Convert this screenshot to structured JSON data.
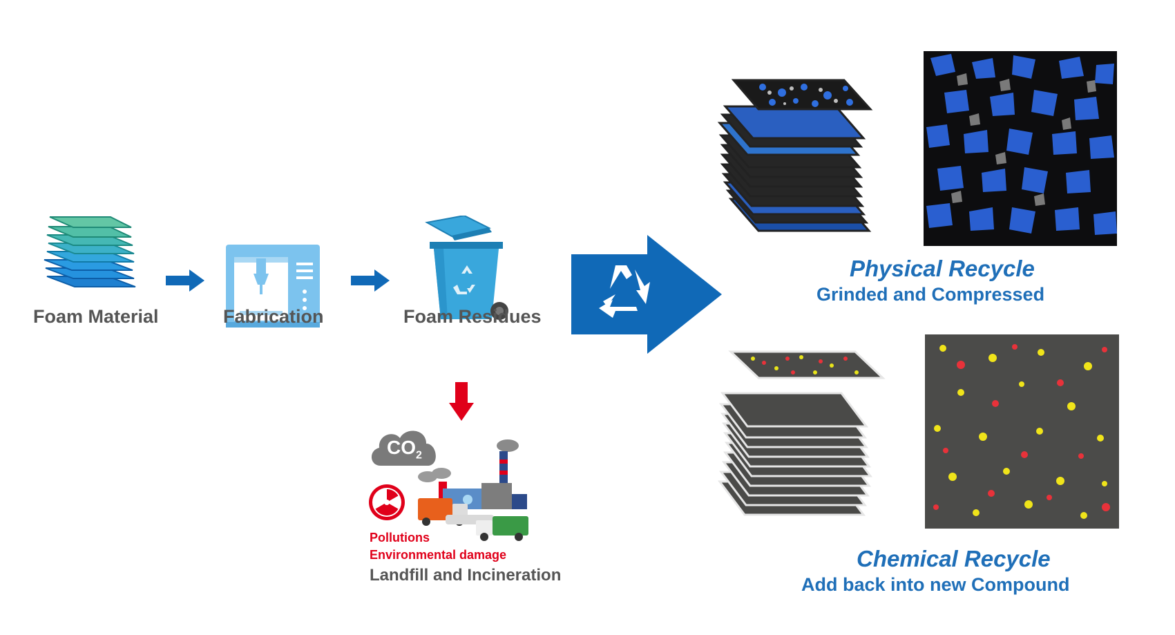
{
  "steps": [
    {
      "label": "Foam Material",
      "icon": "foam-stack-icon"
    },
    {
      "label": "Fabrication",
      "icon": "3d-printer-icon"
    },
    {
      "label": "Foam Residues",
      "icon": "recycle-bin-icon"
    }
  ],
  "landfill": {
    "co2_label": "CO",
    "co2_sub": "2",
    "pollution_label": "Pollutions",
    "damage_label": "Environmental damage",
    "caption": "Landfill and Incineration"
  },
  "recycle_arrow": {
    "icon": "recycle-icon"
  },
  "physical": {
    "title": "Physical Recycle",
    "subtitle": "Grinded and Compressed"
  },
  "chemical": {
    "title": "Chemical Recycle",
    "subtitle": "Add back into new Compound"
  },
  "colors": {
    "arrow_blue": "#1069b7",
    "red_arrow": "#e0001a",
    "text_gray": "#555555",
    "heading_blue": "#1f6fb8",
    "foam_teal": "#3fb3a3",
    "foam_blue": "#2d8ee0",
    "printer_blue": "#7cc3ee",
    "bin_blue": "#39a7dc",
    "physical_blue": "#2a5fc0",
    "chemical_gray": "#4a4a48"
  }
}
